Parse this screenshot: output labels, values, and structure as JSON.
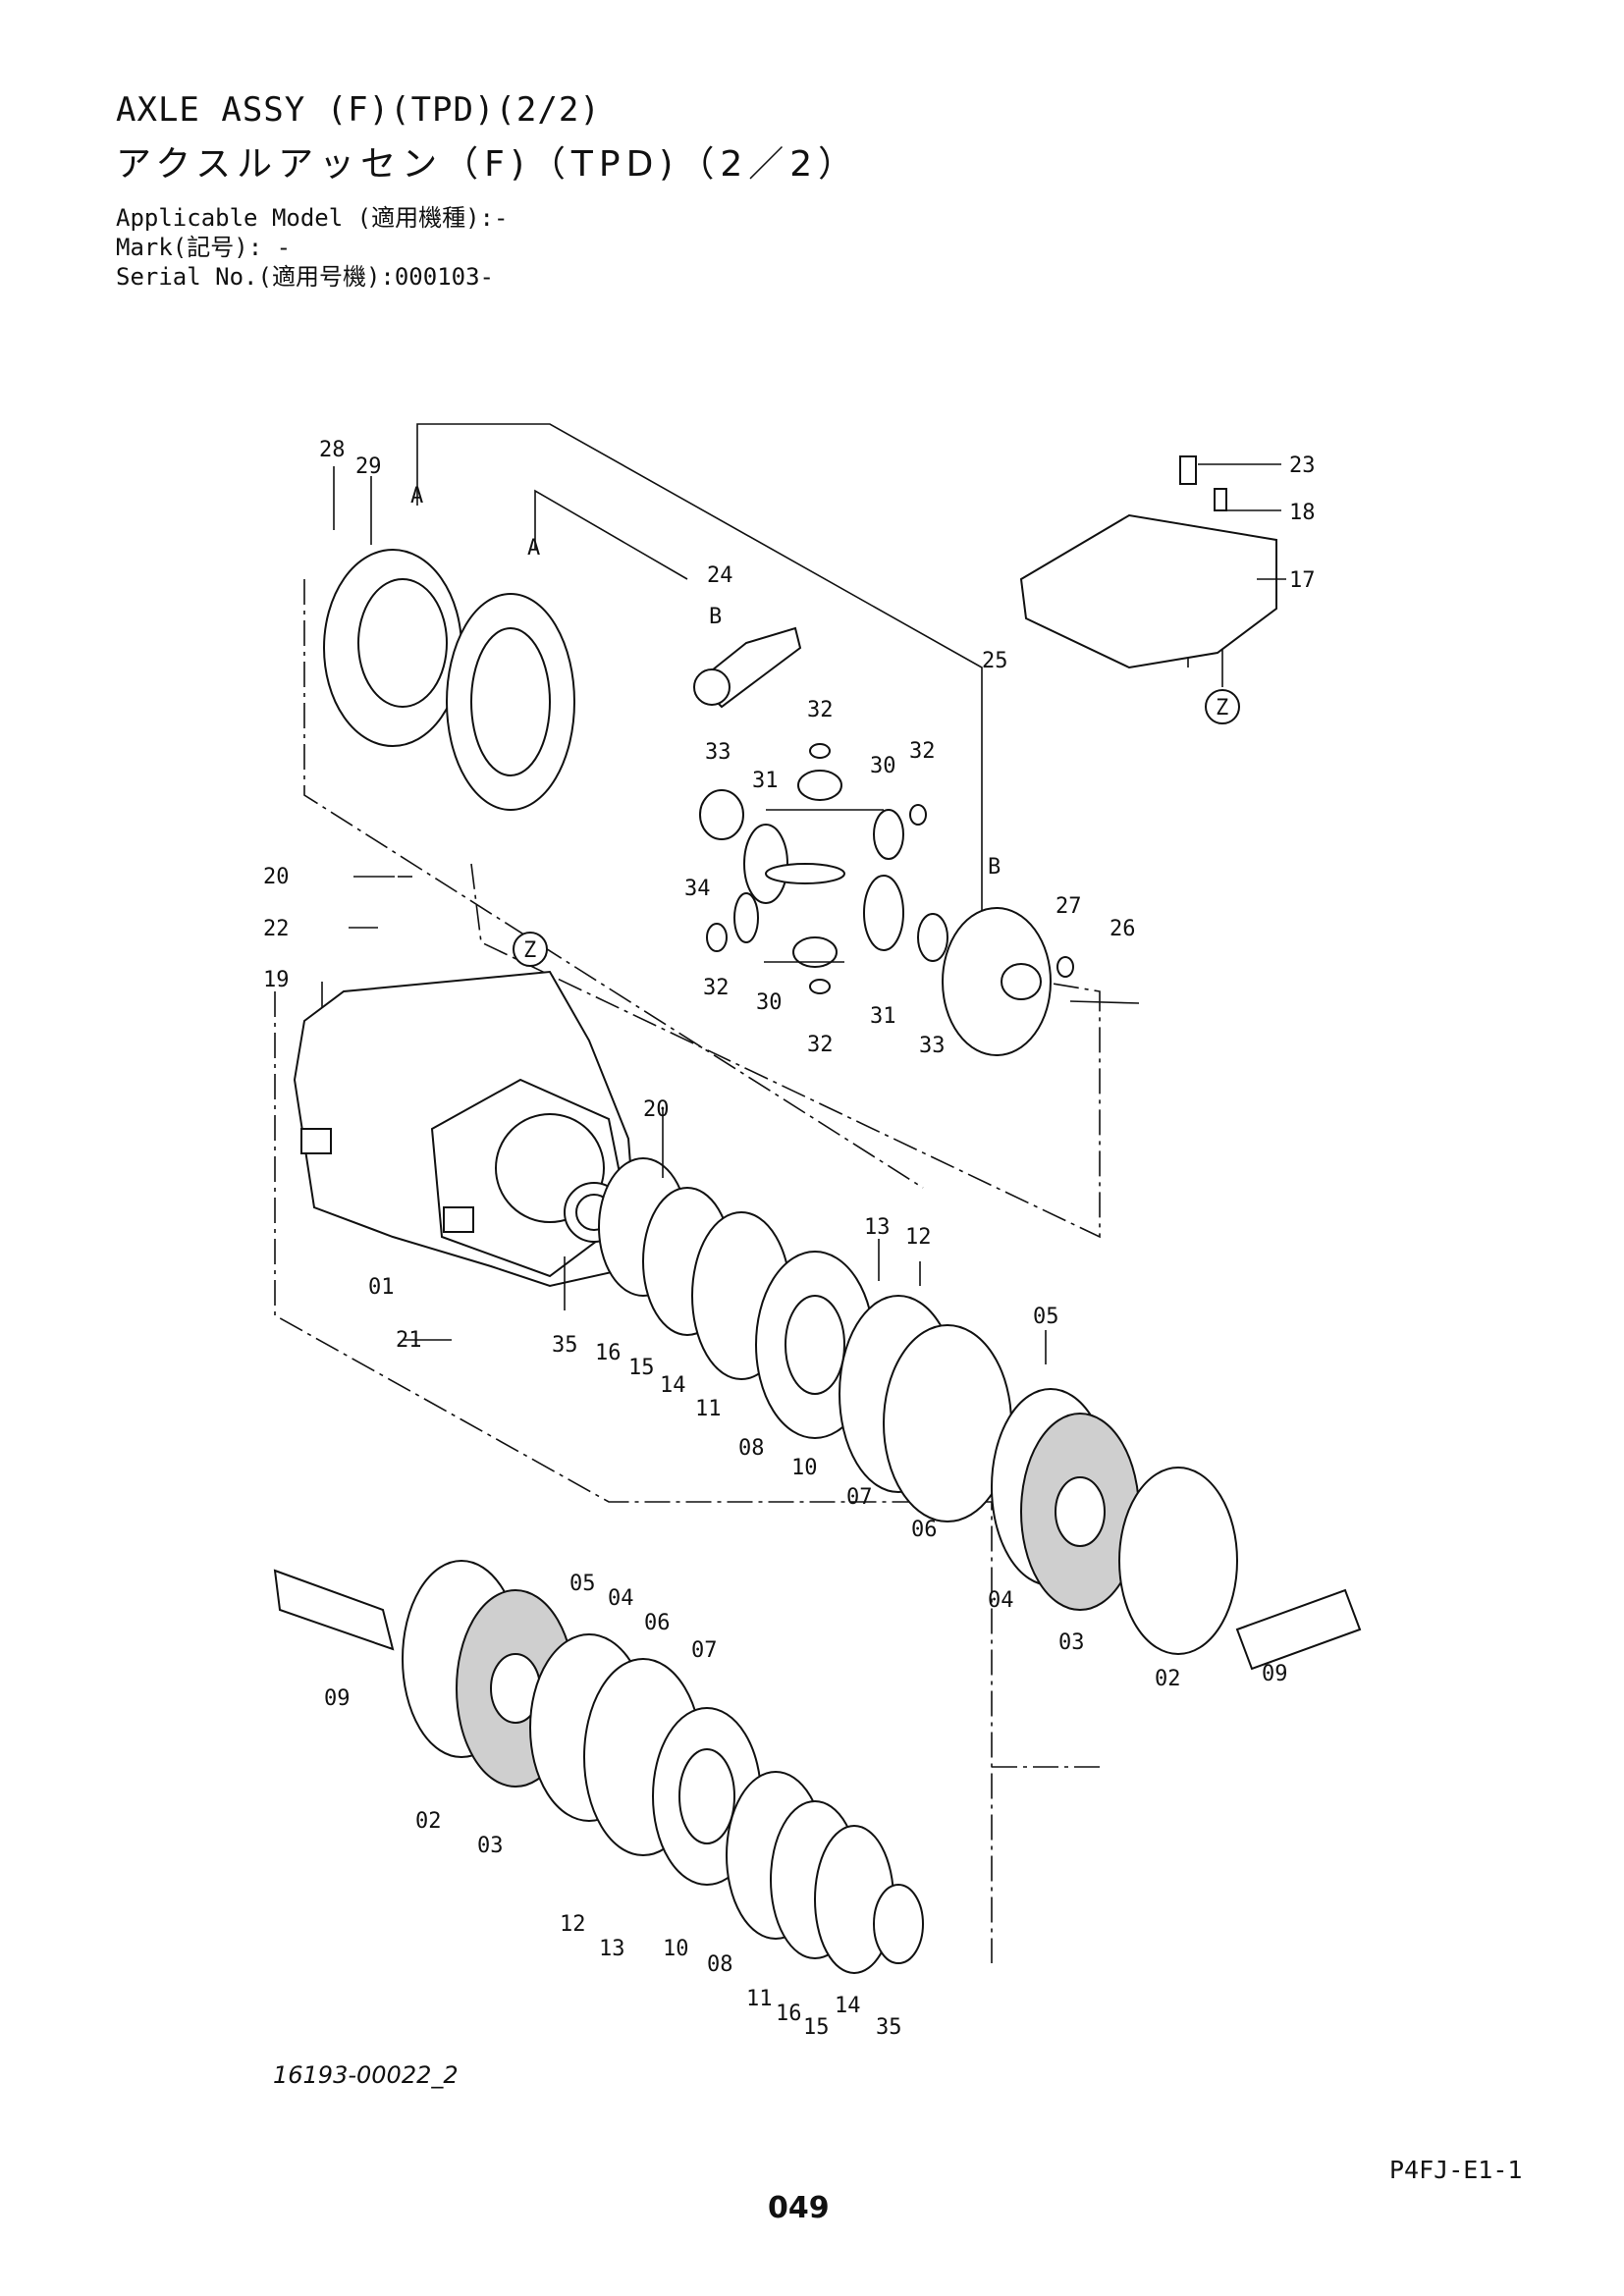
{
  "header": {
    "title_en": "AXLE ASSY (F)(TPD)(2/2)",
    "title_jp": "アクスルアッセン（F)（TPD)（2／2）",
    "applicable_model_label": "Applicable Model (適用機種):",
    "applicable_model_value": "-",
    "mark_label": "Mark(記号):",
    "mark_value": "-",
    "serial_label": "Serial No.(適用号機):",
    "serial_value": "000103-"
  },
  "diagram": {
    "reference_markers": [
      "A",
      "A",
      "B",
      "B",
      "Z",
      "Z"
    ],
    "callouts": [
      "28",
      "29",
      "24",
      "23",
      "18",
      "17",
      "25",
      "32",
      "33",
      "31",
      "30",
      "32",
      "20",
      "22",
      "19",
      "34",
      "27",
      "26",
      "32",
      "30",
      "31",
      "33",
      "32",
      "20",
      "13",
      "12",
      "01",
      "35",
      "16",
      "15",
      "14",
      "11",
      "08",
      "10",
      "05",
      "07",
      "06",
      "04",
      "03",
      "02",
      "09",
      "21",
      "05",
      "04",
      "06",
      "07",
      "09",
      "02",
      "03",
      "12",
      "13",
      "10",
      "08",
      "11",
      "16",
      "15",
      "14",
      "35"
    ]
  },
  "footer": {
    "drawing_id": "16193-00022_2",
    "page_code": "P4FJ-E1-1",
    "page_number": "049"
  }
}
